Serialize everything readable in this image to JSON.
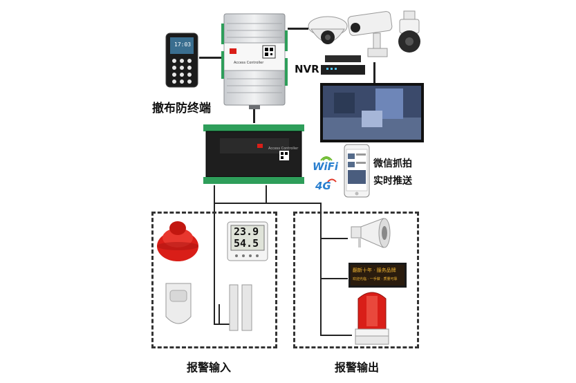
{
  "labels": {
    "terminal": "撤布防终端",
    "nvr": "NVR",
    "wechat_line1": "微信抓拍",
    "wechat_line2": "实时推送",
    "alarm_input": "报警输入",
    "alarm_output": "报警输出",
    "wifi": "WiFi",
    "fourg": "4G"
  },
  "devices": {
    "keypad_time": "17:03",
    "controller_top_brand": "Access Controller",
    "controller_bottom_brand": "Access Controller",
    "sensor_display_top": "23.9",
    "sensor_display_bottom": "54.5",
    "led_sign_line1": "翻新十年 · 服务品牌",
    "led_sign_line2": "欢迎光临 · 一手做 · 质量可靠"
  },
  "colors": {
    "accent_red": "#d91e18",
    "wifi_green": "#6dbb2f",
    "wifi_blue": "#2a7fcf",
    "fourg_blue": "#2a7fcf",
    "fourg_red": "#e23a2b"
  }
}
